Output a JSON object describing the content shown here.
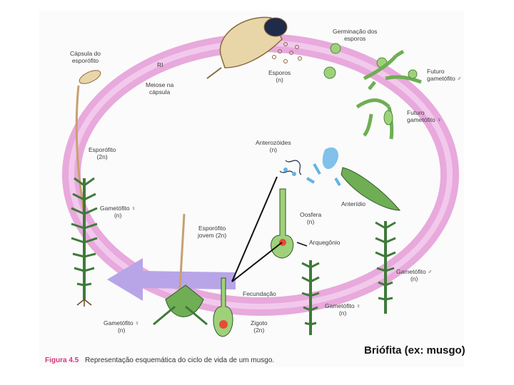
{
  "labels": {
    "capsula_esporofito": [
      "Cápsula do",
      "esporófito"
    ],
    "ri": "RI",
    "meiose": [
      "Meiose na",
      "cápsula"
    ],
    "esporos": [
      "Esporos",
      "(n)"
    ],
    "germinacao": [
      "Germinação dos",
      "esporos"
    ],
    "futuro_masc": [
      "Futuro",
      "gametófito ♂"
    ],
    "futuro_fem": [
      "Futuro",
      "gametófito ♀"
    ],
    "esporofito": [
      "Esporófito",
      "(2n)"
    ],
    "anterozoides": [
      "Anterozóides",
      "(n)"
    ],
    "gametofito_fem_left": [
      "Gametófito ♀",
      "(n)"
    ],
    "oosfera": [
      "Oosfera",
      "(n)"
    ],
    "anteridio": "Anterídio",
    "esporofito_jovem": [
      "Esporófito",
      "jovem (2n)"
    ],
    "arquegonio": "Arquegônio",
    "gametofito_masc": [
      "Gametófito ♂",
      "(n)"
    ],
    "fecundacao": "Fecundação",
    "gametofito_fem_mid": [
      "Gametófito ♀",
      "(n)"
    ],
    "gametofito_fem_bottom": [
      "Gametófito ♀",
      "(n)"
    ],
    "zigoto": [
      "Zigoto",
      "(2n)"
    ]
  },
  "caption": {
    "figure_number": "Figura 4.5",
    "text": "Representação esquemática do ciclo de vida de um musgo."
  },
  "slide_title": "Briófita (ex: musgo)",
  "colors": {
    "cycle_ring": "#e8a9dc",
    "arrow": "#b8a5e8",
    "moss_green": "#3f7a3a",
    "spore_green": "#9fd17a",
    "capsule": "#e8d6a8",
    "water": "#63b3e6",
    "caption_accent": "#d4367a"
  }
}
